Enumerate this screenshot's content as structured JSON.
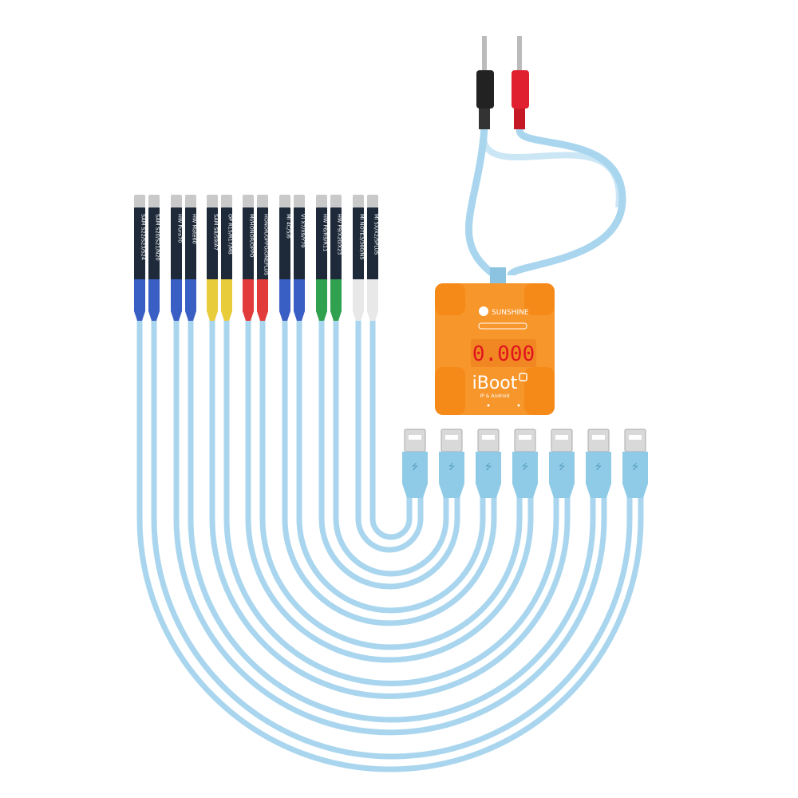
{
  "connectors": [
    {
      "label": "SAM S22/S23/S24",
      "color": "#3a5fc4"
    },
    {
      "label": "SAM S20/S21/N20",
      "color": "#3a5fc4"
    },
    {
      "label": "HW Pura70",
      "color": "#3a5fc4"
    },
    {
      "label": "HW Mate60",
      "color": "#3a5fc4"
    },
    {
      "label": "SAM S8/S9/A7",
      "color": "#e8cc3a"
    },
    {
      "label": "OP R15/R17/M8",
      "color": "#e8cc3a"
    },
    {
      "label": "MI/HONOR/OPPO",
      "color": "#e23b3b"
    },
    {
      "label": "HONOR/OPPO/ONEPLUS",
      "color": "#e23b3b"
    },
    {
      "label": "MI 4C/5/6",
      "color": "#3a5fc4"
    },
    {
      "label": "VI X7/X9/Y79",
      "color": "#3a5fc4"
    },
    {
      "label": "HW P6/R9/R11",
      "color": "#2fa14f"
    },
    {
      "label": "HW P9/X20/X23",
      "color": "#2fa14f"
    },
    {
      "label": "MI NOTE3/360/N5",
      "color": "#e8e8e8"
    },
    {
      "label": "MI 5X/X2/5PLUS",
      "color": "#e8e8e8"
    }
  ],
  "box": {
    "brand": "SUNSHINE",
    "display_value": "0.000",
    "product": "iBoot",
    "subtitle": "IP & Android",
    "color": "#f7962a"
  },
  "cable_color": "#a9d6ee",
  "usb_count": 7
}
